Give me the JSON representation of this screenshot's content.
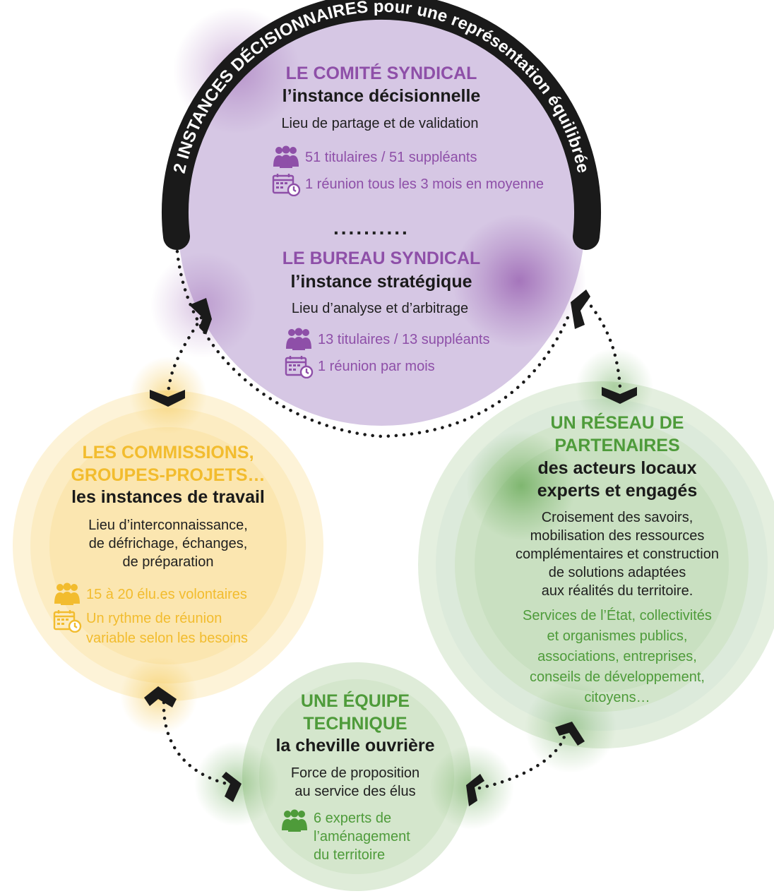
{
  "banner": {
    "text": "2 INSTANCES DÉCISIONNAIRES pour une représentation équilibrée"
  },
  "comite": {
    "title": "LE COMITÉ SYNDICAL",
    "subtitle": "l’instance décisionnelle",
    "description": "Lieu de partage et de validation",
    "stat_members": "51 titulaires / 51 suppléants",
    "stat_meetings": "1 réunion tous les 3 mois en moyenne"
  },
  "separator": "..........",
  "bureau": {
    "title": "LE BUREAU SYNDICAL",
    "subtitle": "l’instance stratégique",
    "description": "Lieu d’analyse et d’arbitrage",
    "stat_members": "13 titulaires / 13 suppléants",
    "stat_meetings": "1 réunion par mois"
  },
  "commissions": {
    "title_lines": [
      "LES COMMISSIONS,",
      "GROUPES-PROJETS…"
    ],
    "subtitle": "les instances de travail",
    "description_lines": [
      "Lieu d’interconnaissance,",
      "de défrichage, échanges,",
      "de préparation"
    ],
    "stat_members": "15 à 20 élu.es volontaires",
    "stat_meetings_lines": [
      "Un rythme de réunion",
      "variable selon les besoins"
    ]
  },
  "reseau": {
    "title_lines": [
      "UN RÉSEAU DE",
      "PARTENAIRES"
    ],
    "subtitle_lines": [
      "des acteurs locaux",
      "experts et engagés"
    ],
    "description_lines": [
      "Croisement des savoirs,",
      "mobilisation des ressources",
      "complémentaires et construction",
      "de solutions adaptées",
      "aux réalités du territoire."
    ],
    "partners_lines": [
      "Services de l’État, collectivités",
      "et organismes publics,",
      "associations, entreprises,",
      "conseils de développement,",
      "citoyens…"
    ]
  },
  "equipe": {
    "title_lines": [
      "UNE ÉQUIPE",
      "TECHNIQUE"
    ],
    "subtitle": "la cheville ouvrière",
    "description_lines": [
      "Force de proposition",
      "au service des élus"
    ],
    "stat_members_lines": [
      "6 experts de",
      "l’aménagement",
      "du territoire"
    ]
  },
  "colors": {
    "purple": "#8e4fa8",
    "purple_light": "#d4c5e2",
    "yellow": "#f2bc2e",
    "yellow_light": "#fdf0cf",
    "green": "#4e9b3a",
    "green_light": "#d6e8cf",
    "dark": "#1a1a1a"
  },
  "icons": {
    "members": "group-people-icon",
    "meetings": "calendar-clock-icon"
  }
}
